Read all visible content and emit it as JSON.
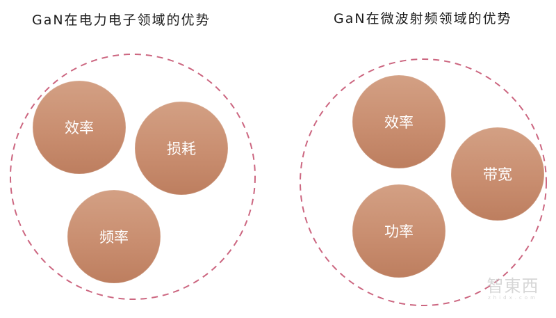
{
  "left_panel": {
    "title": "GaN在电力电子领域的优势",
    "items": [
      {
        "label": "效率"
      },
      {
        "label": "损耗"
      },
      {
        "label": "频率"
      }
    ]
  },
  "right_panel": {
    "title": "GaN在微波射频领域的优势",
    "items": [
      {
        "label": "效率"
      },
      {
        "label": "带宽"
      },
      {
        "label": "功率"
      }
    ]
  },
  "colors": {
    "bubble_fill": "#c98e70",
    "dashed_outline": "#cc6680",
    "title_text": "#1a1a1a",
    "bubble_text": "#ffffff"
  },
  "watermark": {
    "main": "智東西",
    "sub": "zhidx.com"
  }
}
